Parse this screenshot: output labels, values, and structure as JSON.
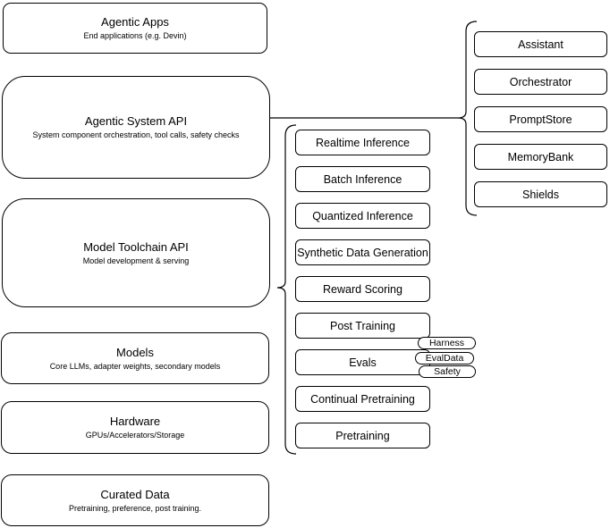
{
  "layers": [
    {
      "title": "Agentic Apps",
      "subtitle": "End applications (e.g. Devin)"
    },
    {
      "title": "Agentic System API",
      "subtitle": "System component orchestration, tool calls, safety checks"
    },
    {
      "title": "Model Toolchain API",
      "subtitle": "Model development & serving"
    },
    {
      "title": "Models",
      "subtitle": "Core LLMs, adapter weights, secondary models"
    },
    {
      "title": "Hardware",
      "subtitle": "GPUs/Accelerators/Storage"
    },
    {
      "title": "Curated Data",
      "subtitle": "Pretraining, preference, post training."
    }
  ],
  "toolchain_components": [
    "Realtime Inference",
    "Batch Inference",
    "Quantized Inference",
    "Synthetic Data Generation",
    "Reward Scoring",
    "Post Training",
    "Evals",
    "Continual Pretraining",
    "Pretraining"
  ],
  "evals_tags": [
    "Harness",
    "EvalData",
    "Safety"
  ],
  "system_components": [
    "Assistant",
    "Orchestrator",
    "PromptStore",
    "MemoryBank",
    "Shields"
  ],
  "colors": {
    "stroke": "#000000",
    "text": "#000000",
    "background": "#ffffff"
  }
}
